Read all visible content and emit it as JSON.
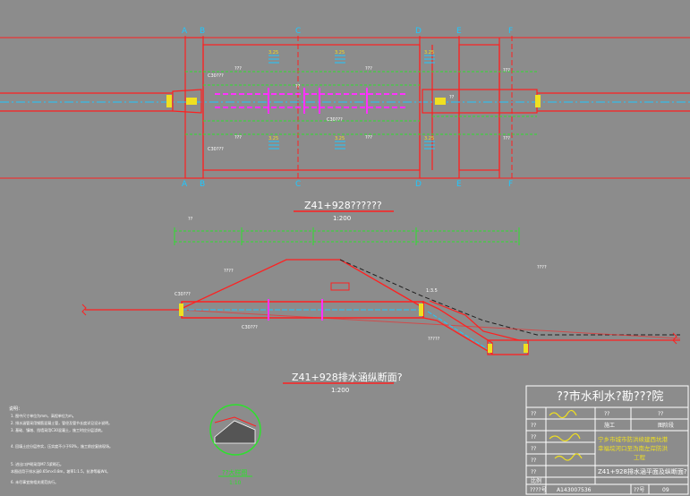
{
  "axes_labels": [
    "A",
    "B",
    "C",
    "D",
    "E",
    "F"
  ],
  "plan": {
    "title": "Z41+928??????",
    "scale": "1:200",
    "dim_labels": [
      "3.25",
      "3.25",
      "3.25",
      "3.25",
      "3.25",
      "3.25"
    ],
    "annotations": [
      "C30???",
      "C30???",
      "C30???",
      "???",
      "???",
      "???",
      "???",
      "???",
      "???",
      "??",
      "??"
    ]
  },
  "section": {
    "title": "Z41+928排水涵纵断面?",
    "scale": "1:200",
    "labels": [
      "????",
      "C30???",
      "C30???",
      "????",
      "??",
      "?????",
      "1:3.5"
    ]
  },
  "detail": {
    "title": "??大样图",
    "scale": "1:10"
  },
  "notes": {
    "heading": "说明：",
    "lines": [
      "1. 图中尺寸单位为mm，高程单位为m。",
      "2. 排水涵管采用钢筋混凝土管，管径及管节长度详见设计说明。",
      "3. 基础、镇墩、挡墙采用C30混凝土，施工时应分层浇筑。",
      "",
      "4. 回填土应分层夯实，压实度不小于93%，施工前应复核现场。",
      "",
      "5. 进出口护砌采用M7.5浆砌石。",
      "   本图适用于排水涵0.65m×0.8m，坡率1:1.5，抗渗等级W4。",
      "6. 未尽事宜按相关规范执行。"
    ]
  },
  "title_block": {
    "institute": "??市水利水?勘???院",
    "row_labels": [
      "??",
      "??",
      "??",
      "??",
      "??",
      "??",
      "比例"
    ],
    "col_headers": [
      "??",
      "??",
      "??"
    ],
    "sub_headers": [
      "施工",
      "图阶段"
    ],
    "project_line1": "宁乡市城市防洪续建西坑港",
    "project_line2": "幸福垸河口至沩南左岸防洪",
    "project_line3": "工程",
    "drawing_title": "Z41+928排水涵平面及纵断面?",
    "drawing_no_label": "????号",
    "drawing_no": "A143007536",
    "sheet_label": "??号",
    "sheet_no": "09"
  }
}
